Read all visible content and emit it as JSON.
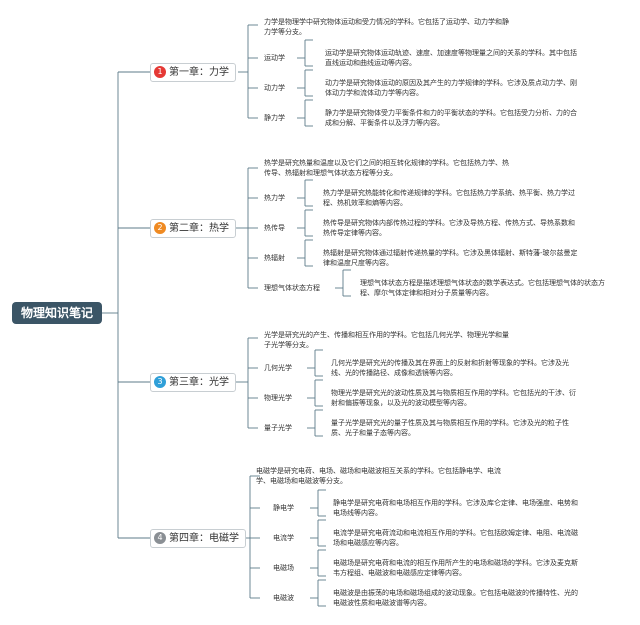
{
  "root": "物理知识笔记",
  "colors": {
    "ch1": "#e53935",
    "ch2": "#ef8a22",
    "ch3": "#2f9fd8",
    "ch4": "#8a8f94",
    "root_bg": "#3b5566",
    "line": "#5e7b8a"
  },
  "chapters": [
    {
      "num": "1",
      "title": "第一章：力学",
      "intro": "力学是物理学中研究物体运动和受力情况的学科。它包括了运动学、动力学和静力学等分支。",
      "items": [
        {
          "label": "运动学",
          "desc": "运动学是研究物体运动轨迹、速度、加速度等物理量之间的关系的学科。其中包括直线运动和曲线运动等内容。"
        },
        {
          "label": "动力学",
          "desc": "动力学是研究物体运动的原因及其产生的力学规律的学科。它涉及质点动力学、刚体动力学和流体动力学等内容。"
        },
        {
          "label": "静力学",
          "desc": "静力学是研究物体受力平衡条件和力的平衡状态的学科。它包括受力分析、力的合成和分解、平衡条件以及浮力等内容。"
        }
      ]
    },
    {
      "num": "2",
      "title": "第二章：热学",
      "intro": "热学是研究热量和温度以及它们之间的相互转化规律的学科。它包括热力学、热传导、热辐射和理想气体状态方程等分支。",
      "items": [
        {
          "label": "热力学",
          "desc": "热力学是研究热能转化和传递规律的学科。它包括热力学系统、热平衡、热力学过程、热机效率和熵等内容。"
        },
        {
          "label": "热传导",
          "desc": "热传导是研究物体内部传热过程的学科。它涉及导热方程、传热方式、导热系数和热传导定律等内容。"
        },
        {
          "label": "热辐射",
          "desc": "热辐射是研究物体通过辐射传递热量的学科。它涉及黑体辐射、斯特藩-玻尔兹曼定律和温度尺度等内容。"
        },
        {
          "label": "理想气体状态方程",
          "desc": "理想气体状态方程是描述理想气体状态的数学表达式。它包括理想气体的状态方程、摩尔气体定律和相对分子质量等内容。"
        }
      ]
    },
    {
      "num": "3",
      "title": "第三章：光学",
      "intro": "光学是研究光的产生、传播和相互作用的学科。它包括几何光学、物理光学和量子光学等分支。",
      "items": [
        {
          "label": "几何光学",
          "desc": "几何光学是研究光的传播及其在界面上的反射和折射等现象的学科。它涉及光线、光的传播路径、成像和透镜等内容。"
        },
        {
          "label": "物理光学",
          "desc": "物理光学是研究光的波动性质及其与物质相互作用的学科。它包括光的干涉、衍射和偏振等现象，以及光的波动模型等内容。"
        },
        {
          "label": "量子光学",
          "desc": "量子光学是研究光的量子性质及其与物质相互作用的学科。它涉及光的粒子性质、光子和量子态等内容。"
        }
      ]
    },
    {
      "num": "4",
      "title": "第四章：电磁学",
      "intro": "电磁学是研究电荷、电场、磁场和电磁波相互关系的学科。它包括静电学、电流学、电磁场和电磁波等分支。",
      "items": [
        {
          "label": "静电学",
          "desc": "静电学是研究电荷和电场相互作用的学科。它涉及库仑定律、电场强度、电势和电场线等内容。"
        },
        {
          "label": "电流学",
          "desc": "电流学是研究电荷流动和电流相互作用的学科。它包括欧姆定律、电阻、电流磁场和电磁感应等内容。"
        },
        {
          "label": "电磁场",
          "desc": "电磁场是研究电荷和电流的相互作用所产生的电场和磁场的学科。它涉及麦克斯韦方程组、电磁波和电磁感应定律等内容。"
        },
        {
          "label": "电磁波",
          "desc": "电磁波是由振荡的电场和磁场组成的波动现象。它包括电磁波的传播特性、光的电磁波性质和电磁波谱等内容。"
        }
      ]
    }
  ]
}
